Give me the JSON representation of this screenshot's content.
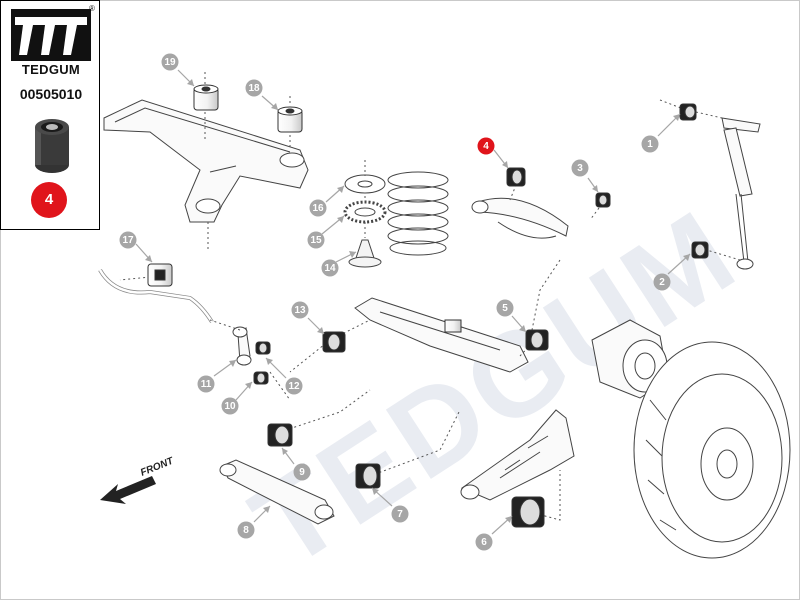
{
  "brand": {
    "name": "TEDGUM",
    "part_number": "00505010",
    "highlighted_position": "4",
    "registered_mark": "®"
  },
  "watermark": "TEDGUM",
  "front_label": "FRONT",
  "callouts": [
    "1",
    "2",
    "3",
    "4",
    "5",
    "6",
    "7",
    "8",
    "9",
    "10",
    "11",
    "12",
    "13",
    "14",
    "15",
    "16",
    "17",
    "18",
    "19"
  ],
  "colors": {
    "callout": "#a6a6a6",
    "highlight": "#e0141b",
    "line": "#555555",
    "bushing": "#1a1a1a"
  }
}
